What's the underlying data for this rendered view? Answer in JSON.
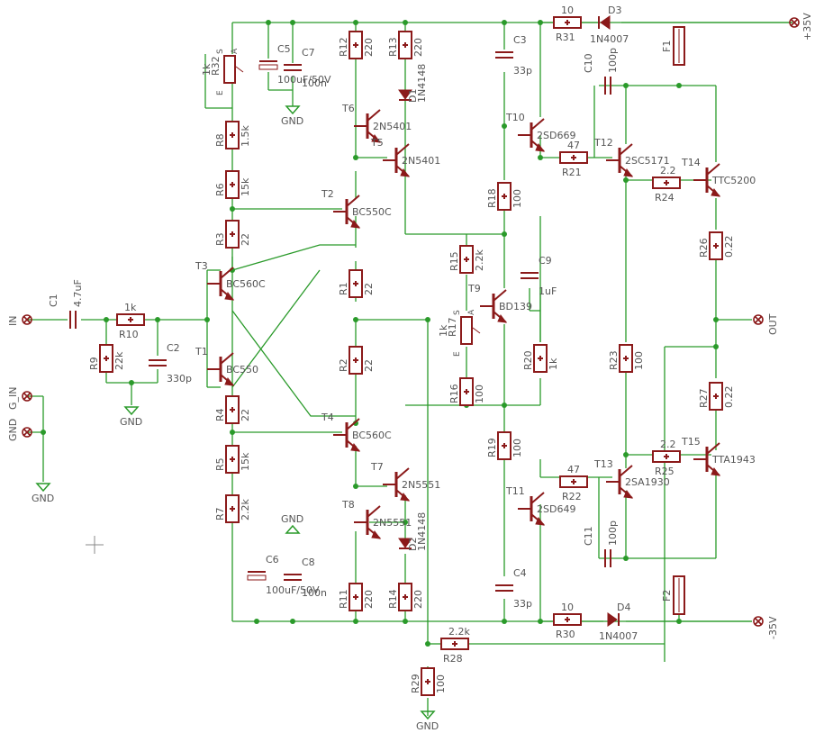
{
  "resistors": [
    {
      "id": "R12",
      "ref": "R12",
      "value": "220"
    },
    {
      "id": "R13",
      "ref": "R13",
      "value": "220"
    },
    {
      "id": "R8",
      "ref": "R8",
      "value": "1.5k"
    },
    {
      "id": "R6",
      "ref": "R6",
      "value": "15k"
    },
    {
      "id": "R3",
      "ref": "R3",
      "value": "22"
    },
    {
      "id": "R1",
      "ref": "R1",
      "value": "22"
    },
    {
      "id": "R2",
      "ref": "R2",
      "value": "22"
    },
    {
      "id": "R4",
      "ref": "R4",
      "value": "22"
    },
    {
      "id": "R5",
      "ref": "R5",
      "value": "15k"
    },
    {
      "id": "R7",
      "ref": "R7",
      "value": "2.2k"
    },
    {
      "id": "R11",
      "ref": "R11",
      "value": "220"
    },
    {
      "id": "R14",
      "ref": "R14",
      "value": "220"
    },
    {
      "id": "R10",
      "ref": "R10",
      "value": "1k"
    },
    {
      "id": "R9",
      "ref": "R9",
      "value": "22k"
    },
    {
      "id": "R18",
      "ref": "R18",
      "value": "100"
    },
    {
      "id": "R15",
      "ref": "R15",
      "value": "2.2k"
    },
    {
      "id": "R16",
      "ref": "R16",
      "value": "100"
    },
    {
      "id": "R19",
      "ref": "R19",
      "value": "100"
    },
    {
      "id": "R20",
      "ref": "R20",
      "value": "1k"
    },
    {
      "id": "R21",
      "ref": "R21",
      "value": "47"
    },
    {
      "id": "R22",
      "ref": "R22",
      "value": "47"
    },
    {
      "id": "R24",
      "ref": "R24",
      "value": "2.2"
    },
    {
      "id": "R25",
      "ref": "R25",
      "value": "2.2"
    },
    {
      "id": "R23",
      "ref": "R23",
      "value": "100"
    },
    {
      "id": "R26",
      "ref": "R26",
      "value": "0.22"
    },
    {
      "id": "R27",
      "ref": "R27",
      "value": "0.22"
    },
    {
      "id": "R31",
      "ref": "R31",
      "value": "10"
    },
    {
      "id": "R30",
      "ref": "R30",
      "value": "10"
    },
    {
      "id": "R28",
      "ref": "R28",
      "value": "2.2k"
    },
    {
      "id": "R29",
      "ref": "R29",
      "value": "100"
    }
  ],
  "capacitors": [
    {
      "id": "C1",
      "ref": "C1",
      "value": "4.7uF"
    },
    {
      "id": "C2",
      "ref": "C2",
      "value": "330p"
    },
    {
      "id": "C3",
      "ref": "C3",
      "value": "33p"
    },
    {
      "id": "C4",
      "ref": "C4",
      "value": "33p"
    },
    {
      "id": "C5",
      "ref": "C5",
      "value": "100uF/50V"
    },
    {
      "id": "C6",
      "ref": "C6",
      "value": "100uF/50V"
    },
    {
      "id": "C7",
      "ref": "C7",
      "value": "100n"
    },
    {
      "id": "C8",
      "ref": "C8",
      "value": "100n"
    },
    {
      "id": "C9",
      "ref": "C9",
      "value": "1uF"
    },
    {
      "id": "C10",
      "ref": "C10",
      "value": "100p"
    },
    {
      "id": "C11",
      "ref": "C11",
      "value": "100p"
    }
  ],
  "transistors": [
    {
      "id": "T1",
      "ref": "T1",
      "value": "BC550"
    },
    {
      "id": "T2",
      "ref": "T2",
      "value": "BC550C"
    },
    {
      "id": "T3",
      "ref": "T3",
      "value": "BC560C"
    },
    {
      "id": "T4",
      "ref": "T4",
      "value": "BC560C"
    },
    {
      "id": "T5",
      "ref": "T5",
      "value": "2N5401"
    },
    {
      "id": "T6",
      "ref": "T6",
      "value": "2N5401"
    },
    {
      "id": "T7",
      "ref": "T7",
      "value": "2N5551"
    },
    {
      "id": "T8",
      "ref": "T8",
      "value": "2N5551"
    },
    {
      "id": "T9",
      "ref": "T9",
      "value": "BD139"
    },
    {
      "id": "T10",
      "ref": "T10",
      "value": "2SD669"
    },
    {
      "id": "T11",
      "ref": "T11",
      "value": "2SD649"
    },
    {
      "id": "T12",
      "ref": "T12",
      "value": "2SC5171"
    },
    {
      "id": "T13",
      "ref": "T13",
      "value": "2SA1930"
    },
    {
      "id": "T14",
      "ref": "T14",
      "value": "TTC5200"
    },
    {
      "id": "T15",
      "ref": "T15",
      "value": "TTA1943"
    }
  ],
  "diodes": [
    {
      "id": "D1",
      "ref": "D1",
      "value": "1N4148"
    },
    {
      "id": "D2",
      "ref": "D2",
      "value": "1N4148"
    },
    {
      "id": "D3",
      "ref": "D3",
      "value": "1N4007"
    },
    {
      "id": "D4",
      "ref": "D4",
      "value": "1N4007"
    }
  ],
  "fuses": [
    {
      "id": "F1",
      "ref": "F1"
    },
    {
      "id": "F2",
      "ref": "F2"
    }
  ],
  "trimmers": [
    {
      "id": "R32",
      "ref": "R32",
      "value": "1k",
      "pins": [
        "S",
        "A",
        "E"
      ]
    },
    {
      "id": "R17",
      "ref": "R17",
      "value": "1k",
      "pins": [
        "S",
        "A",
        "E"
      ]
    }
  ],
  "connectors": [
    {
      "id": "IN",
      "label": "IN"
    },
    {
      "id": "G_IN",
      "label": "G_IN"
    },
    {
      "id": "GND_IN",
      "label": "GND"
    },
    {
      "id": "OUT",
      "label": "OUT"
    },
    {
      "id": "P35",
      "label": "+35V"
    },
    {
      "id": "N35",
      "label": "-35V"
    }
  ],
  "ground_label": "GND",
  "colors": {
    "wire": "#2a9a2a",
    "component": "#8b1a1a",
    "text": "#555555"
  }
}
